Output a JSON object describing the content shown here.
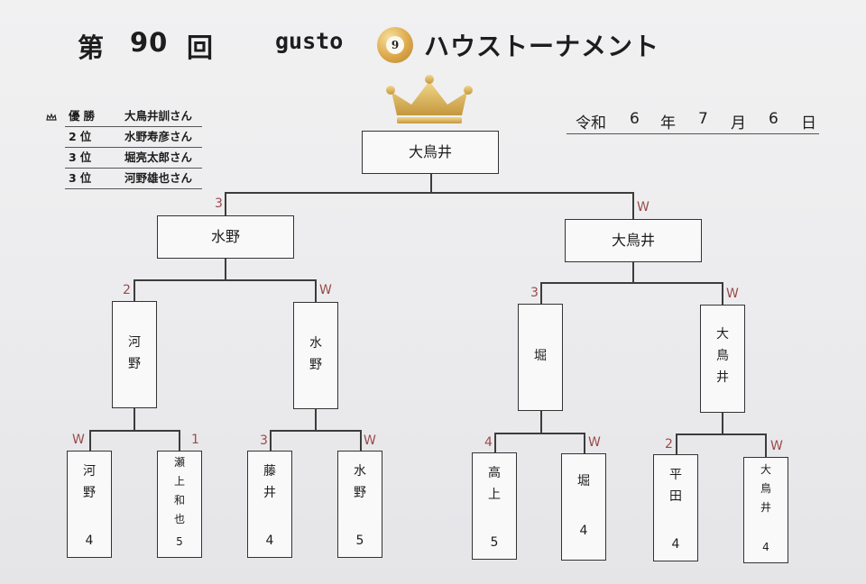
{
  "header": {
    "dai": "第",
    "number": "90",
    "kai": "回",
    "brand": "gusto",
    "ball_number": "9",
    "tournament_name": "ハウストーナメント"
  },
  "results": [
    {
      "position": "優勝",
      "name": "大鳥井訓さん",
      "icon": "crown-small-icon"
    },
    {
      "position": "2位",
      "name": "水野寿彦さん"
    },
    {
      "position": "3位",
      "name": "堀亮太郎さん"
    },
    {
      "position": "3位",
      "name": "河野雄也さん"
    }
  ],
  "date": {
    "era": "令和",
    "year": "6",
    "year_unit": "年",
    "month": "7",
    "month_unit": "月",
    "day": "6",
    "day_unit": "日"
  },
  "bracket": {
    "champion": "大鳥井",
    "final": {
      "left": {
        "name": "水野",
        "score": "3"
      },
      "right": {
        "name": "大鳥井",
        "score": "W"
      }
    },
    "semi": [
      {
        "name": "河野",
        "score": "2"
      },
      {
        "name": "水野",
        "score": "W"
      },
      {
        "name": "堀",
        "score": "3"
      },
      {
        "name": "大鳥井",
        "score": "W"
      }
    ],
    "first_round": [
      {
        "name": "河野",
        "handicap": "4",
        "score": "W"
      },
      {
        "name": "瀬上和也",
        "handicap": "5",
        "score": "1"
      },
      {
        "name": "藤井",
        "handicap": "4",
        "score": "3"
      },
      {
        "name": "水野",
        "handicap": "5",
        "score": "W"
      },
      {
        "name": "高上",
        "handicap": "5",
        "score": "4"
      },
      {
        "name": "堀",
        "handicap": "4",
        "score": "W"
      },
      {
        "name": "平田",
        "handicap": "4",
        "score": "2"
      },
      {
        "name": "大鳥井",
        "handicap": "4",
        "score": "W"
      }
    ]
  },
  "colors": {
    "score_label": "#9b4a4a",
    "crown": "#d9b45a",
    "ball": "#dca84a"
  }
}
